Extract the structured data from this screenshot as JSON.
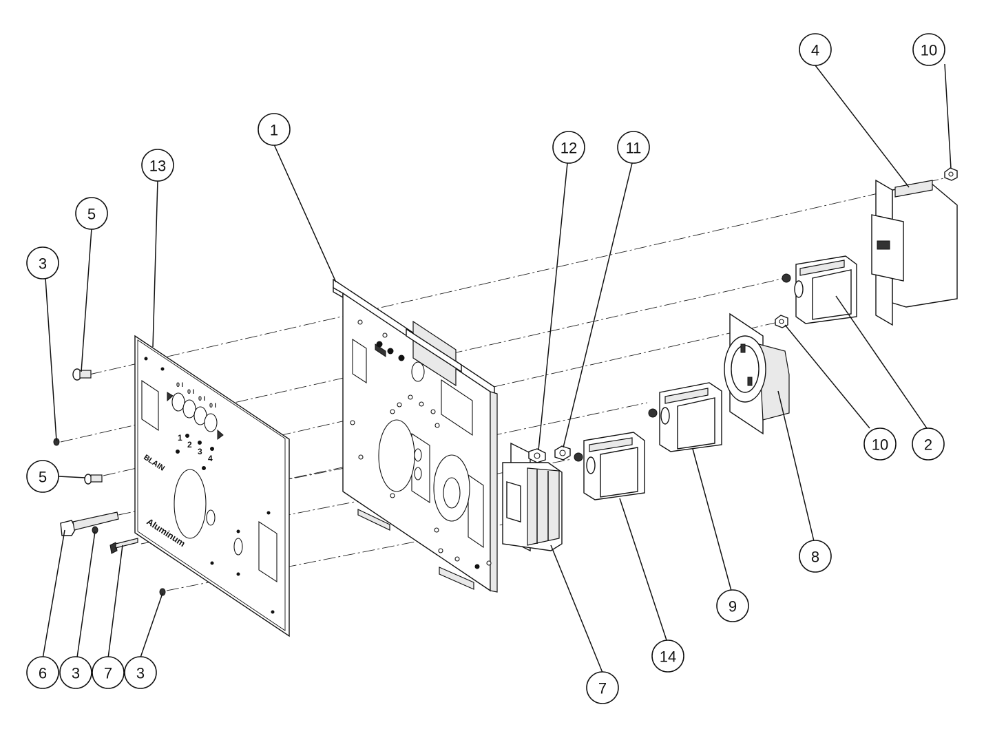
{
  "callouts": [
    {
      "id": "c1",
      "label": "1"
    },
    {
      "id": "c2",
      "label": "2"
    },
    {
      "id": "c3a",
      "label": "3"
    },
    {
      "id": "c3b",
      "label": "3"
    },
    {
      "id": "c3c",
      "label": "3"
    },
    {
      "id": "c4",
      "label": "4"
    },
    {
      "id": "c5a",
      "label": "5"
    },
    {
      "id": "c5b",
      "label": "5"
    },
    {
      "id": "c6",
      "label": "6"
    },
    {
      "id": "c7a",
      "label": "7"
    },
    {
      "id": "c7b",
      "label": "7"
    },
    {
      "id": "c8",
      "label": "8"
    },
    {
      "id": "c9",
      "label": "9"
    },
    {
      "id": "c10a",
      "label": "10"
    },
    {
      "id": "c10b",
      "label": "10"
    },
    {
      "id": "c11",
      "label": "11"
    },
    {
      "id": "c12",
      "label": "12"
    },
    {
      "id": "c13",
      "label": "13"
    },
    {
      "id": "c14",
      "label": "14"
    }
  ],
  "faceplate": {
    "brand_label": "Aluminum",
    "model_label": "BLAIN",
    "number_labels": [
      "1",
      "2",
      "3",
      "4"
    ],
    "switch_labels": [
      "0 I",
      "0 I",
      "0 I",
      "0 I"
    ]
  }
}
